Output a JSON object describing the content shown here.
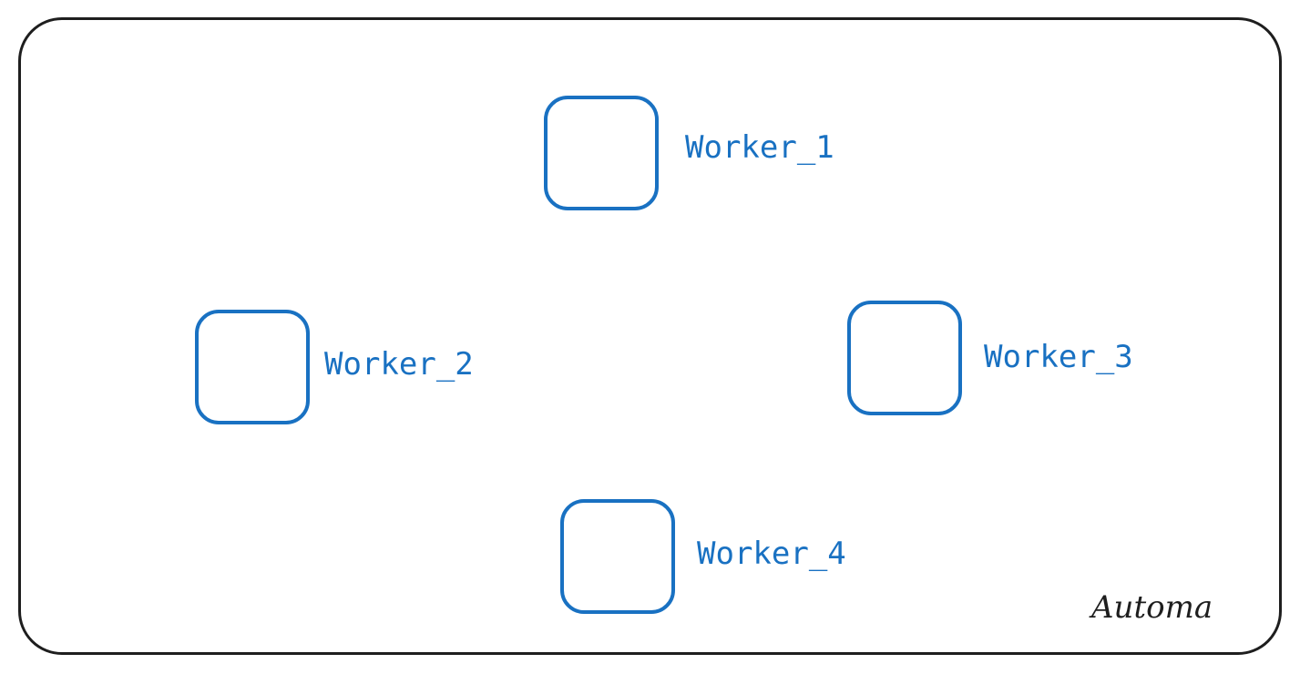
{
  "colors": {
    "frame": "#1e1e1e",
    "node": "#1971c2",
    "background": "#ffffff"
  },
  "nodes": [
    {
      "label": "Worker_1"
    },
    {
      "label": "Worker_2"
    },
    {
      "label": "Worker_3"
    },
    {
      "label": "Worker_4"
    }
  ],
  "brand": "Automa"
}
